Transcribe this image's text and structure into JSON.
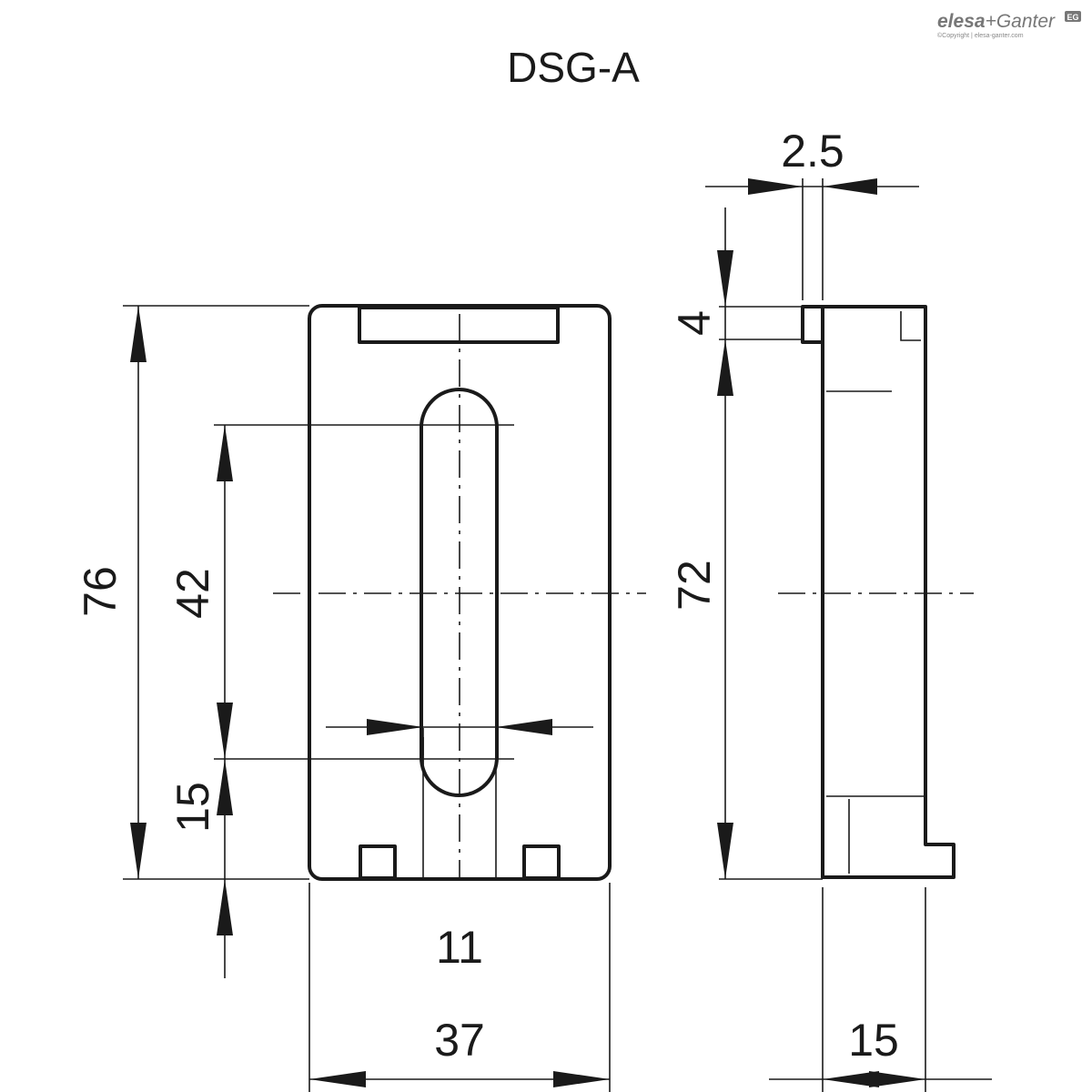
{
  "title": "DSG-A",
  "logo": {
    "brand_left": "elesa",
    "brand_right": "+Ganter",
    "badge": "EG",
    "copyright": "©Copyright | elesa-ganter.com"
  },
  "dimensions": {
    "total_height": "76",
    "slot_length": "42",
    "slot_offset": "15",
    "slot_width": "11",
    "total_width": "37",
    "side_height": "72",
    "side_lip": "4",
    "side_thickness": "2.5",
    "side_depth": "15"
  }
}
